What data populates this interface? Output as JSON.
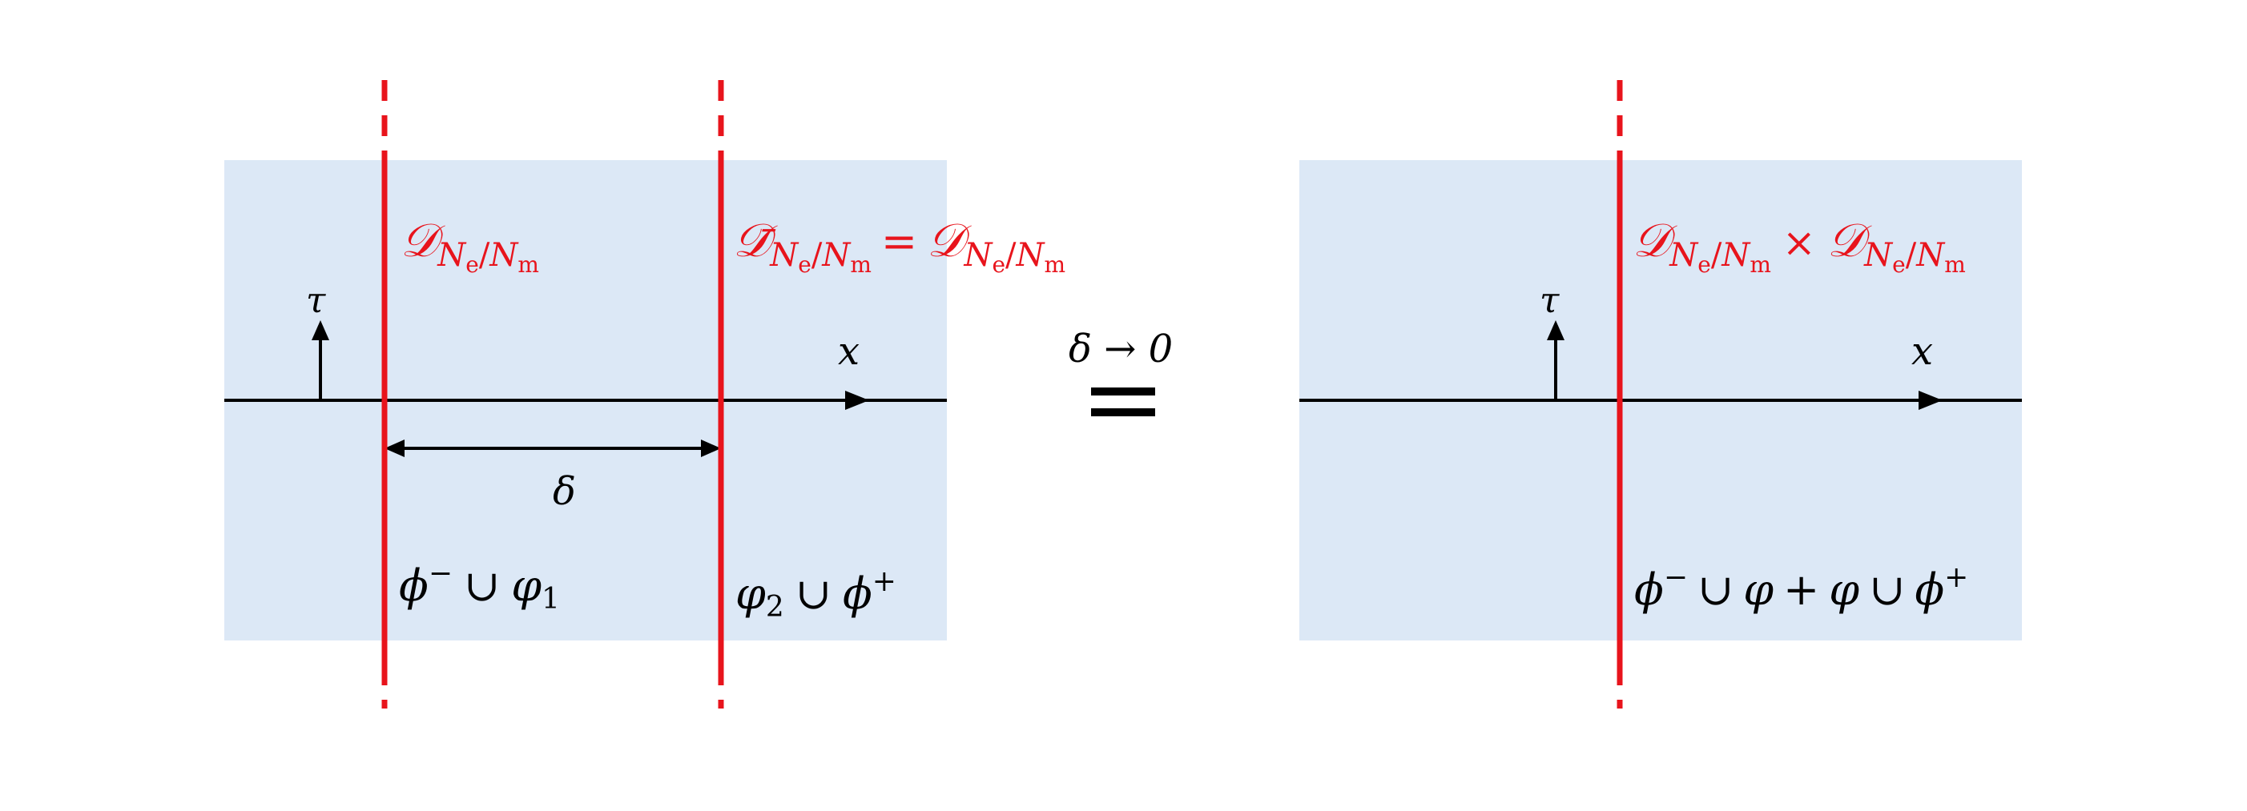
{
  "colors": {
    "panel_fill": "#dce8f6",
    "defect_line": "#e8141c",
    "axis": "#000000",
    "label_red": "#e8141c",
    "label_black": "#000000"
  },
  "left_panel": {
    "time_axis_label": "τ",
    "space_axis_label": "x",
    "separation_label": "δ",
    "defect1": {
      "script": "𝒟",
      "sub_main": "N",
      "sub_sub": "e",
      "slash": "/",
      "sub_main2": "N",
      "sub_sub2": "m"
    },
    "defect2": {
      "prefix": "",
      "script": "𝒟̄",
      "sub_main": "N",
      "sub_sub": "e",
      "slash": "/",
      "sub_main2": "N",
      "sub_sub2": "m",
      "eq": "=",
      "script2": "𝒟"
    },
    "region_left_label": {
      "phi": "ϕ",
      "sup": "−",
      "cup": "∪",
      "varphi": "φ",
      "sub": "1"
    },
    "region_right_label": {
      "varphi": "φ",
      "sub": "2",
      "cup": "∪",
      "phi": "ϕ",
      "sup": "+"
    }
  },
  "middle": {
    "limit_label": "δ → 0",
    "equals_symbol": "="
  },
  "right_panel": {
    "time_axis_label": "τ",
    "space_axis_label": "x",
    "fused_defect": {
      "script": "𝒟",
      "sub_main": "N",
      "sub_sub": "e",
      "slash": "/",
      "sub_main2": "N",
      "sub_sub2": "m",
      "times": "×"
    },
    "region_label": {
      "phi": "ϕ",
      "sup_minus": "−",
      "cup": "∪",
      "varphi": "φ",
      "plus": "+",
      "sup_plus": "+"
    }
  }
}
